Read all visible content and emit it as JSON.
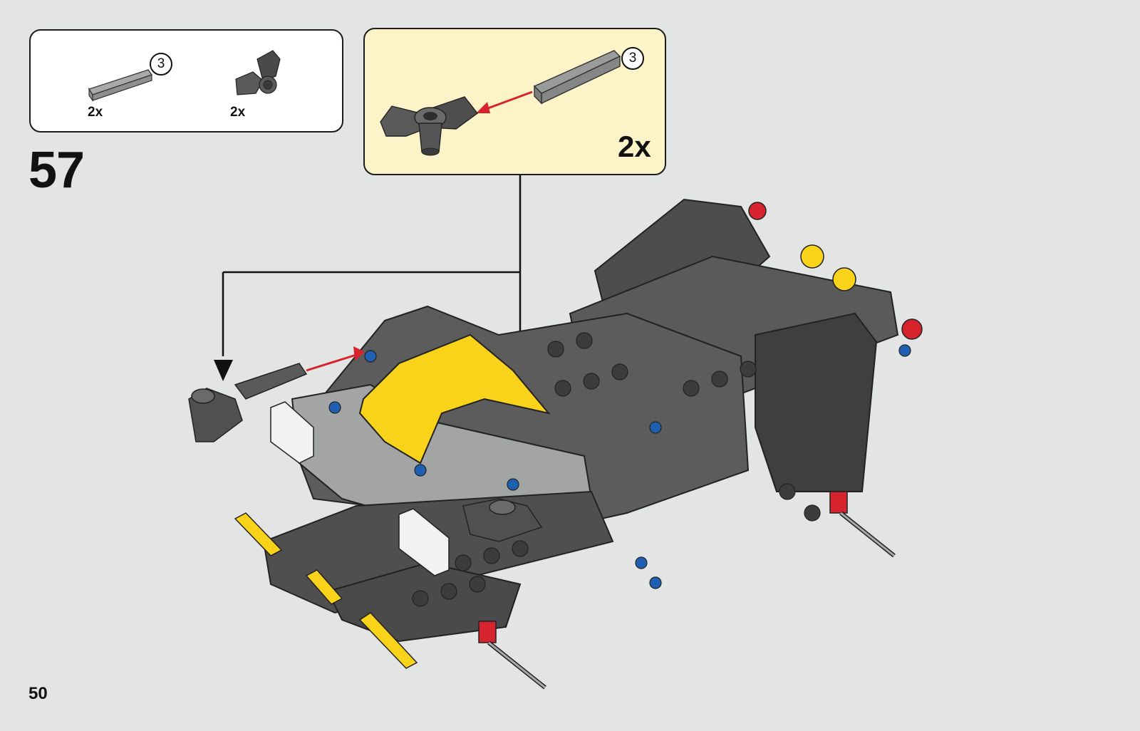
{
  "parts_list": {
    "items": [
      {
        "name": "axle",
        "length_label": "3",
        "quantity": "2x"
      },
      {
        "name": "angle-connector",
        "quantity": "2x"
      }
    ]
  },
  "sub_step": {
    "axle_length_label": "3",
    "quantity": "2x"
  },
  "step_number": "57",
  "page_number": "50",
  "colors": {
    "background": "#e3e5e4",
    "callout_background": "#fdf3c8",
    "dark_grey": "#5a5a5a",
    "light_grey": "#a5a7a6",
    "yellow": "#f9d21a",
    "red": "#d6232d",
    "blue": "#1f5fb4",
    "arrow_red": "#d6232d"
  }
}
